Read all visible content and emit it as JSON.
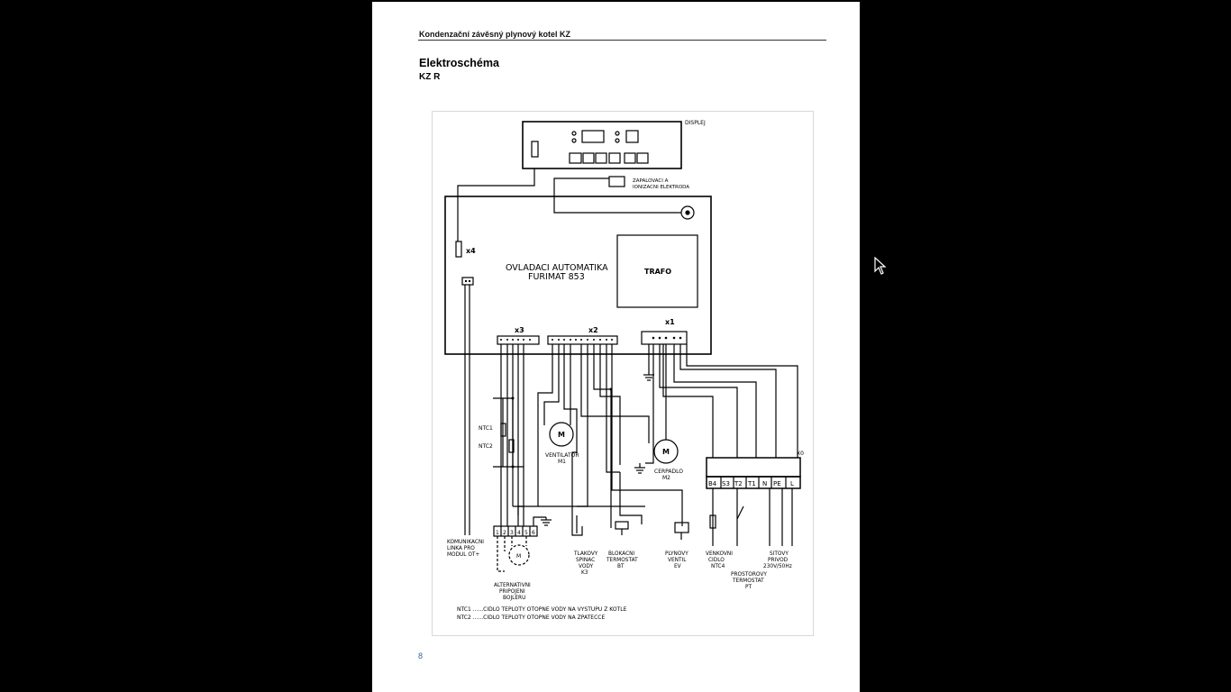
{
  "header": {
    "title": "Kondenzační závěsný plynový kotel KZ"
  },
  "doc": {
    "title": "Elektroschéma",
    "subtitle": "KZ R"
  },
  "diagram": {
    "display_label": "DISPLEJ",
    "ignition_label_1": "ZAPALOVACI A",
    "ignition_label_2": "IONIZACNI ELEKTRODA",
    "board_label_1": "OVLADACI AUTOMATIKA",
    "board_label_2": "FURIMAT 853",
    "trafo": "TRAFO",
    "x1": "x1",
    "x2": "x2",
    "x3": "x3",
    "x4": "x4",
    "x0": "X0",
    "ntc1": "NTC1",
    "ntc2": "NTC2",
    "motor": "M",
    "fan_1": "VENTILATOR",
    "fan_2": "M1",
    "pump_1": "CERPADLO",
    "pump_2": "M2",
    "terminals": [
      "B4",
      "S3",
      "T2",
      "T1",
      "N",
      "PE",
      "L"
    ],
    "boiler_terminals": [
      "1",
      "2",
      "3",
      "4",
      "5",
      "6"
    ],
    "comm_1": "KOMUNIKACNI",
    "comm_2": "LINKA PRO",
    "comm_3": "MODUL OT+",
    "alt_1": "ALTERNATIVNI",
    "alt_2": "PRIPOJENI",
    "alt_3": "BOJLERU",
    "press_1": "TLAKOVY",
    "press_2": "SPINAC",
    "press_3": "VODY",
    "press_4": "K3",
    "block_1": "BLOKACNI",
    "block_2": "TERMOSTAT",
    "block_3": "BT",
    "valve_1": "PLYNOVY",
    "valve_2": "VENTIL",
    "valve_3": "EV",
    "outdoor_1": "VENKOVNI",
    "outdoor_2": "CIDLO",
    "outdoor_3": "NTC4",
    "room_1": "PROSTOROVY",
    "room_2": "TERMOSTAT",
    "room_3": "PT",
    "mains_1": "SITOVY",
    "mains_2": "PRIVOD",
    "mains_3": "230V/50Hz",
    "legend_1": "NTC1 ......CIDLO TEPLOTY OTOPNE VODY NA VYSTUPU Z KOTLE",
    "legend_2": "NTC2 ......CIDLO TEPLOTY OTOPNE VODY NA ZPATECCE"
  },
  "footer": {
    "page_number": "8"
  }
}
